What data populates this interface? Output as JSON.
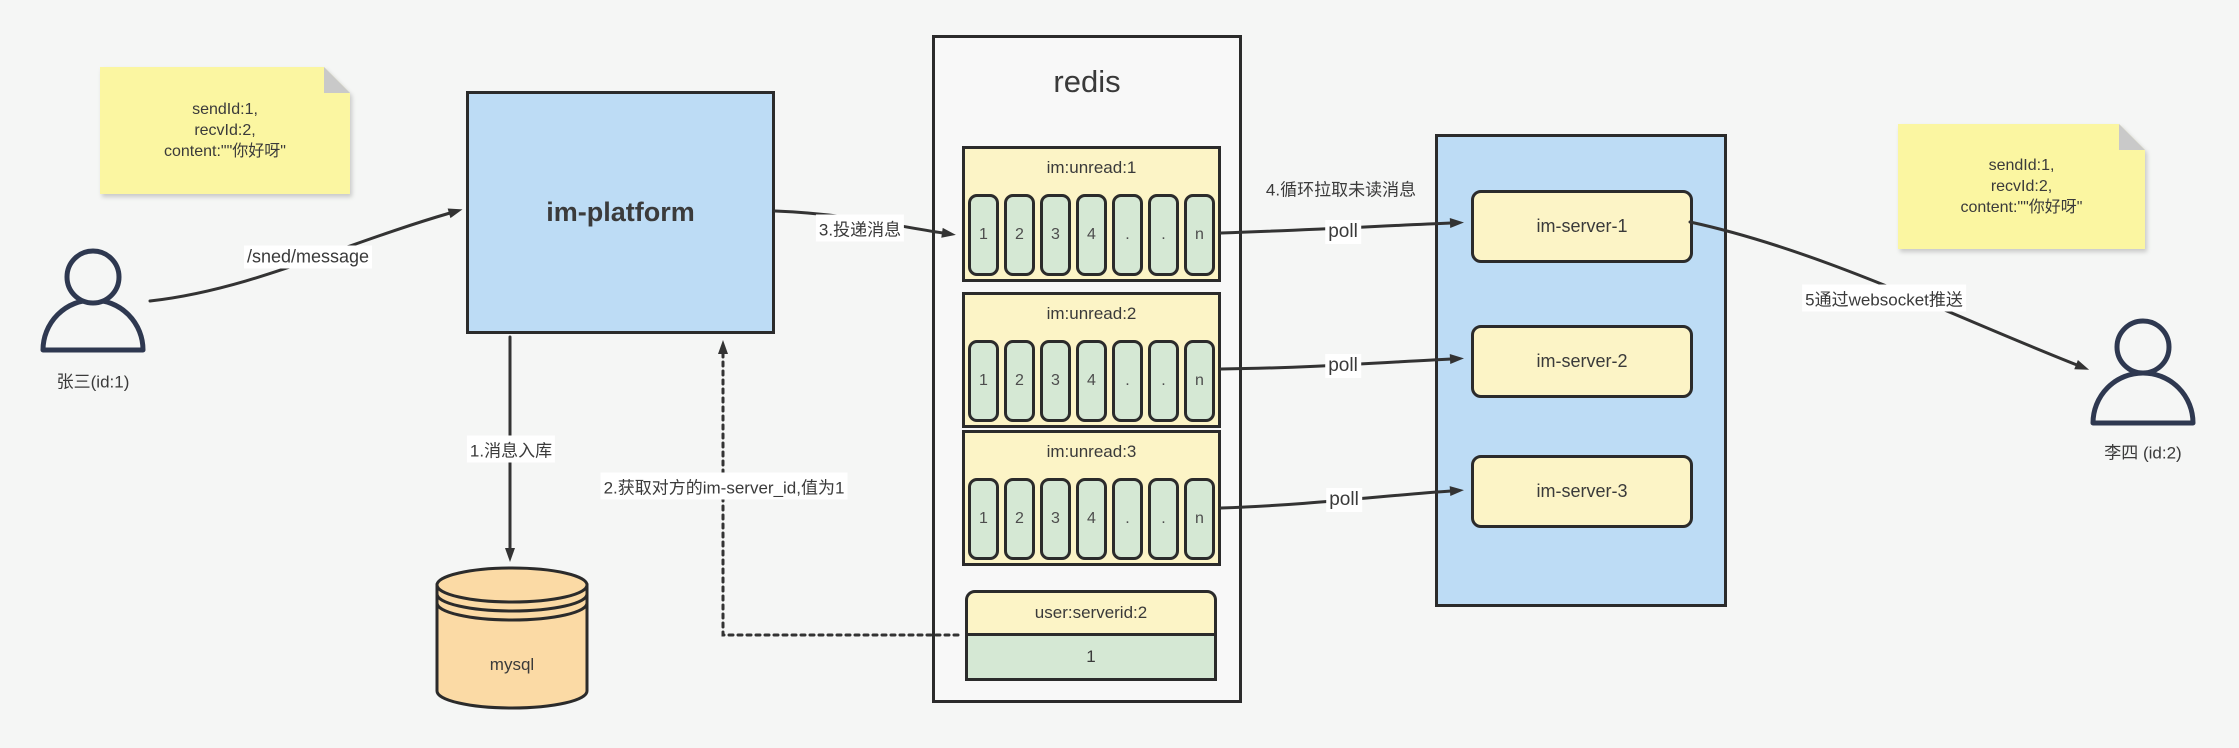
{
  "colors": {
    "background": "#f5f6f5",
    "stroke": "#333333",
    "blue_fill": "#bddcf5",
    "yellow_fill": "#fcf4c6",
    "green_fill": "#d5e8d4",
    "note_fill": "#fbf6a1",
    "orange_fill": "#fbdaa5",
    "container_fill": "#f8f8f8",
    "person_stroke": "#2e3850"
  },
  "actors": {
    "sender": {
      "label": "张三(id:1)"
    },
    "receiver": {
      "label": "李四 (id:2)"
    }
  },
  "notes": {
    "left": {
      "lines": [
        "sendId:1,",
        "recvId:2,",
        "content:\"\"你好呀\""
      ]
    },
    "right": {
      "lines": [
        "sendId:1,",
        "recvId:2,",
        "content:\"\"你好呀\""
      ]
    }
  },
  "platform": {
    "label": "im-platform"
  },
  "database": {
    "label": "mysql"
  },
  "redis": {
    "title": "redis",
    "queues": [
      {
        "label": "im:unread:1",
        "cells": [
          "1",
          "2",
          "3",
          "4",
          ".",
          ".",
          "n"
        ]
      },
      {
        "label": "im:unread:2",
        "cells": [
          "1",
          "2",
          "3",
          "4",
          ".",
          ".",
          "n"
        ]
      },
      {
        "label": "im:unread:3",
        "cells": [
          "1",
          "2",
          "3",
          "4",
          ".",
          ".",
          "n"
        ]
      }
    ],
    "mapping": {
      "key": "user:serverid:2",
      "value": "1"
    }
  },
  "servers": [
    {
      "label": "im-server-1"
    },
    {
      "label": "im-server-2"
    },
    {
      "label": "im-server-3"
    }
  ],
  "edge_labels": {
    "send": "/sned/message",
    "step1": "1.消息入库",
    "step2": "2.获取对方的im-server_id,值为1",
    "step3": "3.投递消息",
    "step4": "4.循环拉取未读消息",
    "poll1": "poll",
    "poll2": "poll",
    "poll3": "poll",
    "step5": "5通过websocket推送"
  }
}
